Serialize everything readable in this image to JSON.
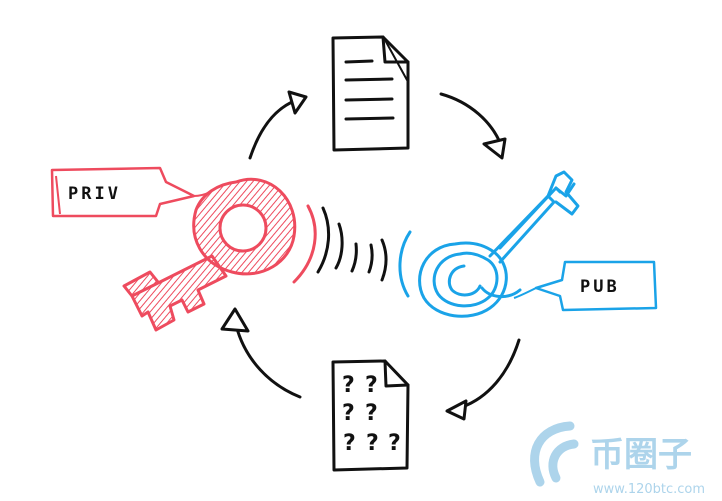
{
  "tags": {
    "private_label": "PRIV",
    "public_label": "PUB"
  },
  "document_bottom": {
    "glyph": "?"
  },
  "watermark": {
    "brand": "币圈子",
    "url": "www.120btc.com"
  },
  "colors": {
    "private_key": "#ee4b5e",
    "public_key": "#1aa3e8",
    "ink": "#111111",
    "watermark": "#9fcde8"
  }
}
